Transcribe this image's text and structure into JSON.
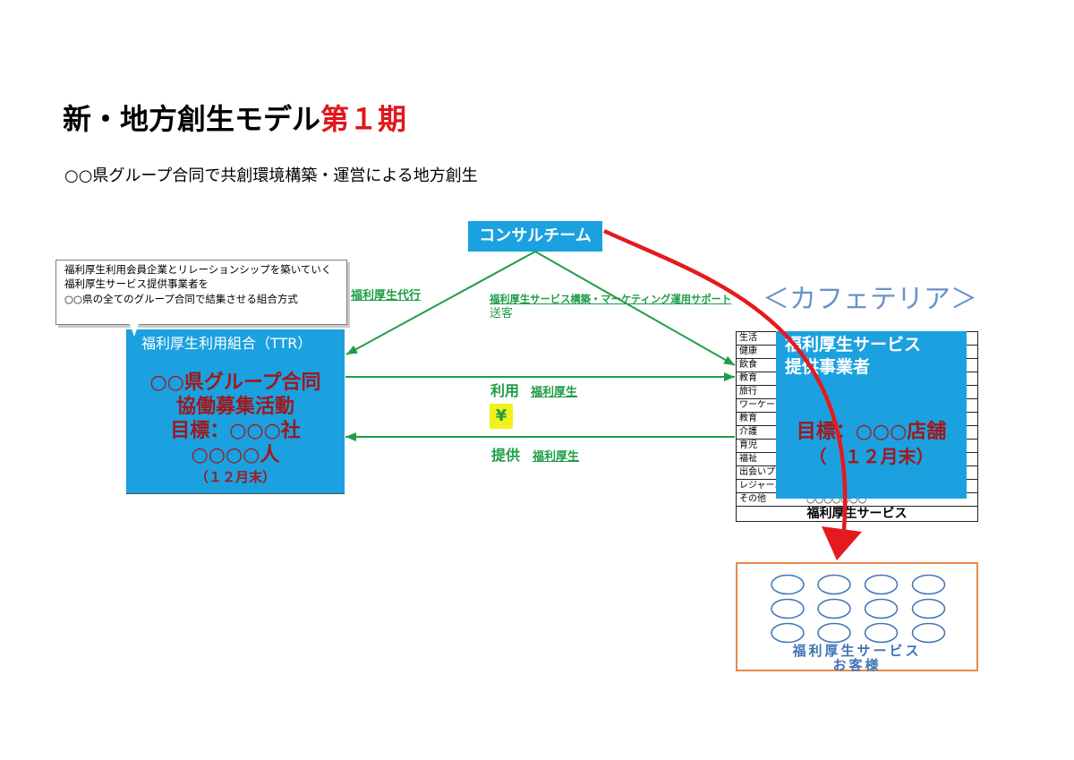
{
  "title": {
    "main": "新・地方創生モデル",
    "period": "第１期"
  },
  "subtitle": "○○県グループ合同で共創環境構築・運営による地方創生",
  "consult_team": {
    "label": "コンサルチーム"
  },
  "callout": {
    "lines": [
      "福利厚生利用会員企業とリレーションシップを築いていく",
      "福利厚生サービス提供事業者を",
      "○○県の全てのグループ合同で結集させる組合方式"
    ]
  },
  "union": {
    "header": "福利厚生利用組合（TTR）",
    "lines": [
      "○○県グループ合同",
      "協働募集活動",
      "目標：○○○社",
      "○○○○人"
    ],
    "note": "（１２月末）"
  },
  "cafeteria_label": "＜カフェテリア＞",
  "provider": {
    "lines": [
      "福利厚生サービス",
      "提供事業者"
    ],
    "goal": "目標：○○○店舗",
    "note": "（　１２月末）"
  },
  "service_table": {
    "categories": [
      "生活",
      "健康",
      "飲食",
      "教育",
      "旅行",
      "ワーケーシ",
      "教育",
      "介護",
      "育児",
      "福祉",
      "出会いプラ",
      "レジャーエ",
      "その他"
    ],
    "other_value": "○○○○○○○",
    "footer": "福利厚生サービス"
  },
  "flows": {
    "proxy": "福利厚生代行",
    "support": "福利厚生サービス構築・マーケティング運用サポート",
    "referral": "送客",
    "use": "利用",
    "use_sub": "福利厚生",
    "yen": "¥",
    "provide": "提供",
    "provide_sub": "福利厚生"
  },
  "customers": {
    "lines": [
      "福利厚生サービス",
      "お客様"
    ]
  },
  "colors": {
    "box_blue": "#1ba1df",
    "goal_red": "#a0181d",
    "title_red": "#e0171c",
    "flow_green": "#1f9d48",
    "arrow_red": "#e51a1f",
    "cafeteria_blue": "#6a93c9",
    "customer_blue": "#3f73b6",
    "customer_border": "#e58b4c",
    "yen_yellow": "#f4f01a"
  }
}
